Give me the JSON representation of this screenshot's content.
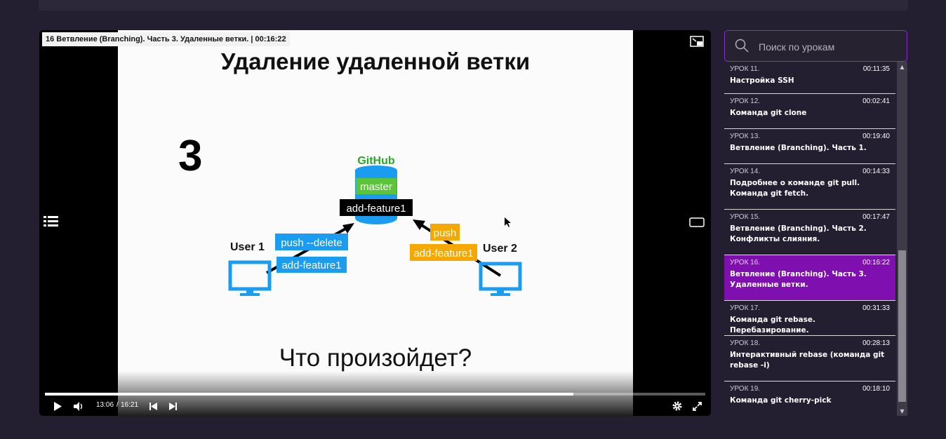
{
  "player": {
    "title": "16 Ветвление (Branching). Часть 3. Удаленные ветки. | 00:16:22",
    "current_time": "13:06",
    "separator": "/",
    "total_time": "16:21",
    "progress": 0.8
  },
  "slide": {
    "heading": "Удаление удаленной ветки",
    "number": "3",
    "github": "GitHub",
    "master": "master",
    "add_feature_center": "add-feature1",
    "user1": "User 1",
    "push_delete": "push --delete",
    "add_feature_left": "add-feature1",
    "push": "push",
    "add_feature_right": "add-feature1",
    "user2": "User 2",
    "question": "Что произойдет?"
  },
  "search": {
    "placeholder": "Поиск по урокам"
  },
  "lessons": [
    {
      "label": "УРОК 11.",
      "duration": "00:11:35",
      "title": "Настройка SSH"
    },
    {
      "label": "УРОК 12.",
      "duration": "00:02:41",
      "title": "Команда git clone"
    },
    {
      "label": "УРОК 13.",
      "duration": "00:19:40",
      "title": "Ветвление (Branching). Часть 1."
    },
    {
      "label": "УРОК 14.",
      "duration": "00:14:33",
      "title": "Подробнее о команде git pull. Команда git fetch."
    },
    {
      "label": "УРОК 15.",
      "duration": "00:17:47",
      "title": "Ветвление (Branching). Часть 2. Конфликты слияния."
    },
    {
      "label": "УРОК 16.",
      "duration": "00:16:22",
      "title": "Ветвление (Branching). Часть 3. Удаленные ветки."
    },
    {
      "label": "УРОК 17.",
      "duration": "00:31:33",
      "title": "Команда git rebase. Перебазирование."
    },
    {
      "label": "УРОК 18.",
      "duration": "00:28:13",
      "title": "Интерактивный rebase (команда git rebase -i)"
    },
    {
      "label": "УРОК 19.",
      "duration": "00:18:10",
      "title": "Команда git cherry-pick"
    }
  ],
  "colors": {
    "accent": "#7f0fae",
    "github_green": "#2ea62a",
    "blue": "#1a9cf0",
    "orange": "#f5a800"
  }
}
